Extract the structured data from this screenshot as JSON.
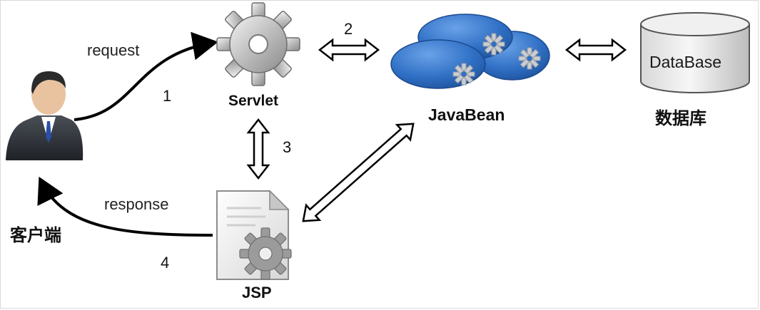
{
  "labels": {
    "request": "request",
    "response": "response",
    "step1": "1",
    "step2": "2",
    "step3": "3",
    "step4": "4",
    "servlet": "Servlet",
    "javabean": "JavaBean",
    "jsp": "JSP",
    "database_inner": "DataBase",
    "database_caption": "数据库",
    "client": "客户端"
  },
  "icons": {
    "client": "businessman-icon",
    "servlet": "gear-icon",
    "javabean": "bean-cluster-icon",
    "jsp": "document-gear-icon",
    "database": "database-cylinder-icon"
  },
  "colors": {
    "bean_blue": "#2f6fc4",
    "gear_gray": "#9a9a9a",
    "arrow_black": "#000000"
  }
}
